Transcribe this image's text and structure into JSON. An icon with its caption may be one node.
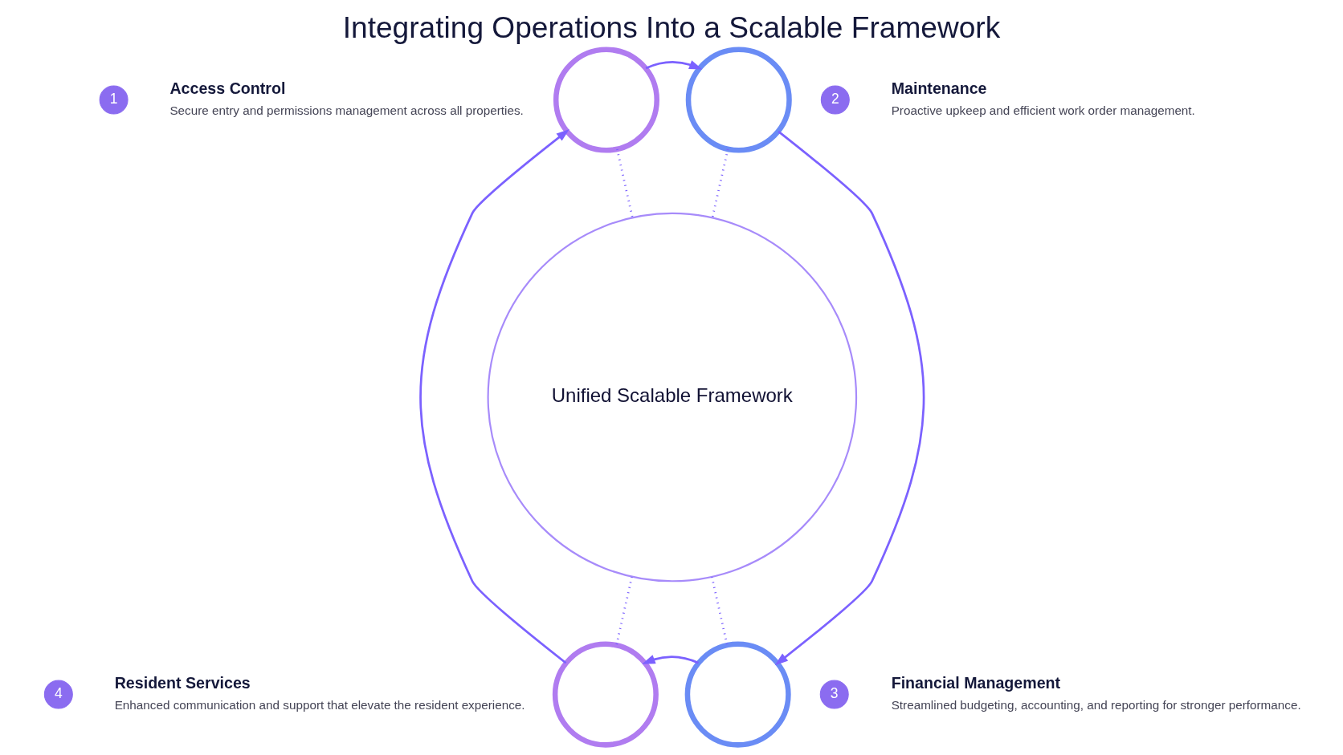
{
  "diagram": {
    "title": "Integrating Operations Into a Scalable Framework",
    "nodes": [
      {
        "text": [
          "1"
        ]
      },
      {
        "text": [],
        "shape": "circle",
        "beside": [
          "Access Control",
          "Secure entry and permissions management across all properties."
        ]
      },
      {
        "text": [],
        "shape": "circle",
        "beside": [
          "Maintenance",
          "Proactive upkeep and efficient work order management."
        ]
      },
      {
        "text": [
          "2"
        ]
      },
      {
        "text": [
          "Unified Scalable Framework"
        ]
      },
      {
        "text": [
          "4"
        ]
      },
      {
        "text": [],
        "shape": "circle",
        "beside": [
          "Resident Services",
          "Enhanced communication and support that elevate the resident experience."
        ]
      },
      {
        "text": [],
        "shape": "circle",
        "beside": [
          "Financial Management",
          "Streamlined budgeting, accounting, and reporting for stronger performance."
        ]
      },
      {
        "text": [
          "3"
        ]
      }
    ],
    "edges": [
      {
        "from": 1,
        "to": 2,
        "arrow": "to"
      },
      {
        "from": 2,
        "to": 7,
        "arrow": "to"
      },
      {
        "from": 7,
        "to": 6,
        "arrow": "to"
      },
      {
        "from": 6,
        "to": 1,
        "arrow": "to"
      },
      {
        "from": 4,
        "to": 1,
        "arrow": "none",
        "style": "dashed"
      },
      {
        "from": 4,
        "to": 2,
        "arrow": "none",
        "style": "dashed"
      },
      {
        "from": 4,
        "to": 7,
        "arrow": "none",
        "style": "dashed"
      },
      {
        "from": 4,
        "to": 6,
        "arrow": "none",
        "style": "dashed"
      }
    ]
  }
}
